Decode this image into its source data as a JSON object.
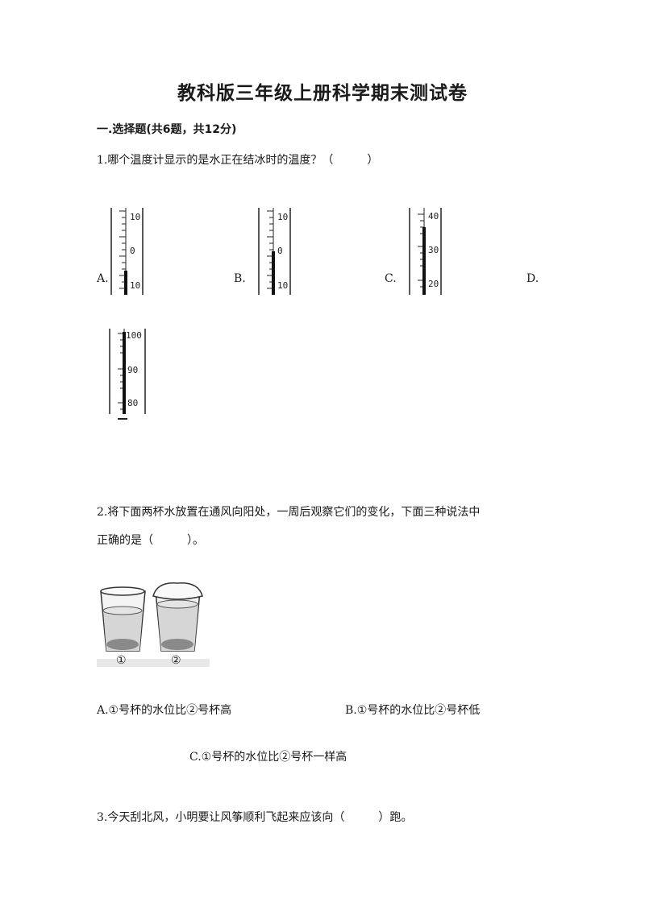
{
  "title": "教科版三年级上册科学期末测试卷",
  "section": "一.选择题(共6题，共12分)",
  "q1": {
    "text": "1.哪个温度计显示的是水正在结冰时的温度？（　　　）",
    "options": [
      "A.",
      "B.",
      "C.",
      "D."
    ],
    "thermometers": [
      {
        "labels": [
          "10",
          "0",
          "10"
        ]
      },
      {
        "labels": [
          "10",
          "0",
          "10"
        ]
      },
      {
        "labels": [
          "40",
          "30",
          "20"
        ]
      },
      {
        "labels": [
          "100",
          "90",
          "80"
        ]
      }
    ]
  },
  "q2": {
    "text_line1": "2.将下面两杯水放置在通风向阳处，一周后观察它们的变化，下面三种说法中",
    "text_line2": "正确的是（　　　）。",
    "cup_labels": [
      "①",
      "②"
    ],
    "options": [
      "A.①号杯的水位比②号杯高",
      "B.①号杯的水位比②号杯低",
      "C.①号杯的水位比②号杯一样高"
    ]
  },
  "q3": {
    "text": "3.今天刮北风，小明要让风筝顺利飞起来应该向（　　　）跑。"
  }
}
